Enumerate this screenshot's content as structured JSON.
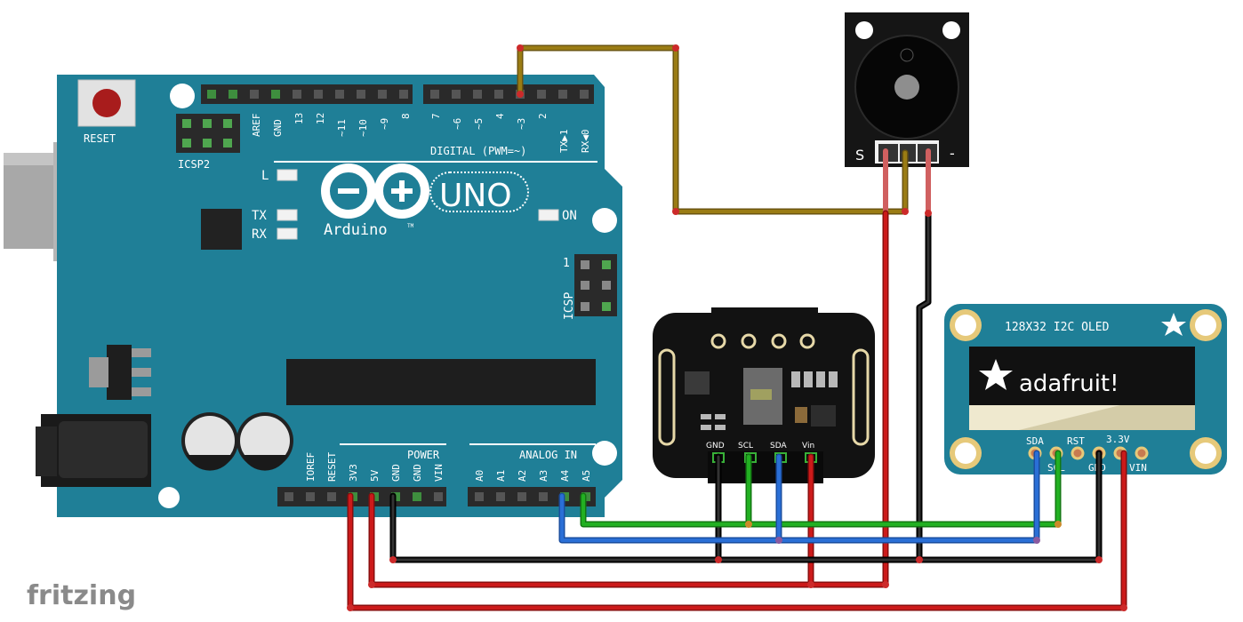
{
  "watermark": "fritzing",
  "arduino": {
    "reset_label": "RESET",
    "icsp2_label": "ICSP2",
    "icsp_label": "ICSP",
    "icsp_pin1": "1",
    "digital_header_label": "DIGITAL (PWM=~)",
    "power_header_label": "POWER",
    "analog_header_label": "ANALOG IN",
    "logo_text": "Arduino",
    "logo_tm": "TM",
    "model": "UNO",
    "led_l": "L",
    "led_tx": "TX",
    "led_rx": "RX",
    "led_on": "ON",
    "digital_pins_left": [
      "AREF",
      "GND",
      "13",
      "12",
      "~11",
      "~10",
      "~9",
      "8"
    ],
    "digital_pins_right": [
      "7",
      "~6",
      "~5",
      "4",
      "~3",
      "2",
      "TX▶1",
      "RX◀0"
    ],
    "power_pins": [
      "IOREF",
      "RESET",
      "3V3",
      "5V",
      "GND",
      "GND",
      "VIN"
    ],
    "analog_pins": [
      "A0",
      "A1",
      "A2",
      "A3",
      "A4",
      "A5"
    ]
  },
  "buzzer": {
    "label_signal": "S",
    "label_minus": "-"
  },
  "sensor": {
    "pins": [
      "GND",
      "SCL",
      "SDA",
      "Vin"
    ]
  },
  "oled": {
    "title": "128X32 I2C OLED",
    "screen_text": "adafruit!",
    "pins_top": [
      "SDA",
      "RST",
      "3.3V"
    ],
    "pins_bottom": [
      "SCL",
      "GND",
      "VIN"
    ]
  },
  "colors": {
    "board_blue": "#1f7f97",
    "wire_red": "#cc1a1a",
    "wire_black": "#111111",
    "wire_green": "#22b022",
    "wire_blue": "#2a6fd6",
    "wire_brown": "#9a7c14"
  }
}
